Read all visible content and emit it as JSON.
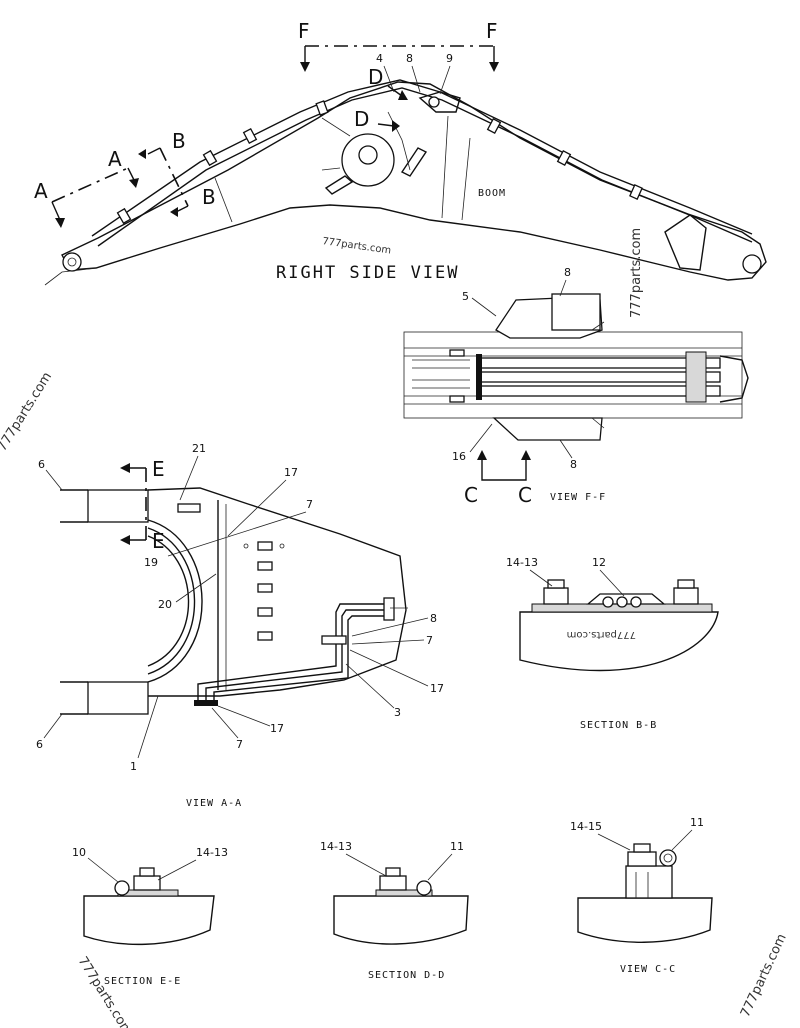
{
  "views": {
    "right_side": "RIGHT SIDE VIEW",
    "f_f": "VIEW F-F",
    "a_a": "VIEW A-A",
    "b_b": "SECTION B-B",
    "e_e": "SECTION E-E",
    "d_d": "SECTION D-D",
    "c_c": "VIEW C-C"
  },
  "labels": {
    "boom": "BOOM"
  },
  "section_letters": {
    "A": "A",
    "B": "B",
    "C": "C",
    "D": "D",
    "E": "E",
    "F": "F"
  },
  "callouts": {
    "n1": "1",
    "n3": "3",
    "n4": "4",
    "n5": "5",
    "n6": "6",
    "n7": "7",
    "n8": "8",
    "n9": "9",
    "n10": "10",
    "n11": "11",
    "n12": "12",
    "n14_13": "14-13",
    "n14_15": "14-15",
    "n16": "16",
    "n17": "17",
    "n19": "19",
    "n20": "20",
    "n21": "21"
  },
  "watermark": "777parts.com"
}
